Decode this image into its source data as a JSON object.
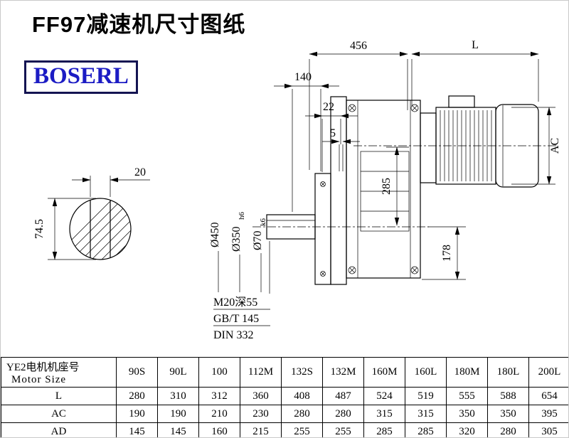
{
  "page": {
    "title": "FF97减速机尺寸图纸",
    "brand": "BOSERL"
  },
  "drawing": {
    "dim_456": "456",
    "dim_L": "L",
    "dim_140": "140",
    "dim_22": "22",
    "dim_5": "5",
    "dim_AC": "AC",
    "dim_285": "285",
    "dim_178": "178",
    "dia_450": "Ø450",
    "dia_350": "Ø350",
    "dia_350_tol": "h6",
    "dia_70": "Ø70",
    "dia_70_tol": "k6",
    "dim_20": "20",
    "dim_74_5": "74.5",
    "note_thread": "M20深55",
    "note_gb": "GB/T 145",
    "note_din": "DIN 332"
  },
  "table": {
    "header_cn": "YE2电机机座号",
    "header_en": "Motor Size",
    "columns": [
      "90S",
      "90L",
      "100",
      "112M",
      "132S",
      "132M",
      "160M",
      "160L",
      "180M",
      "180L",
      "200L"
    ],
    "rows": [
      {
        "label": "L",
        "values": [
          280,
          310,
          312,
          360,
          408,
          487,
          524,
          519,
          555,
          588,
          654
        ]
      },
      {
        "label": "AC",
        "values": [
          190,
          190,
          210,
          230,
          280,
          280,
          315,
          315,
          350,
          350,
          395
        ]
      },
      {
        "label": "AD",
        "values": [
          145,
          145,
          160,
          215,
          255,
          255,
          285,
          285,
          320,
          280,
          305
        ]
      }
    ]
  }
}
